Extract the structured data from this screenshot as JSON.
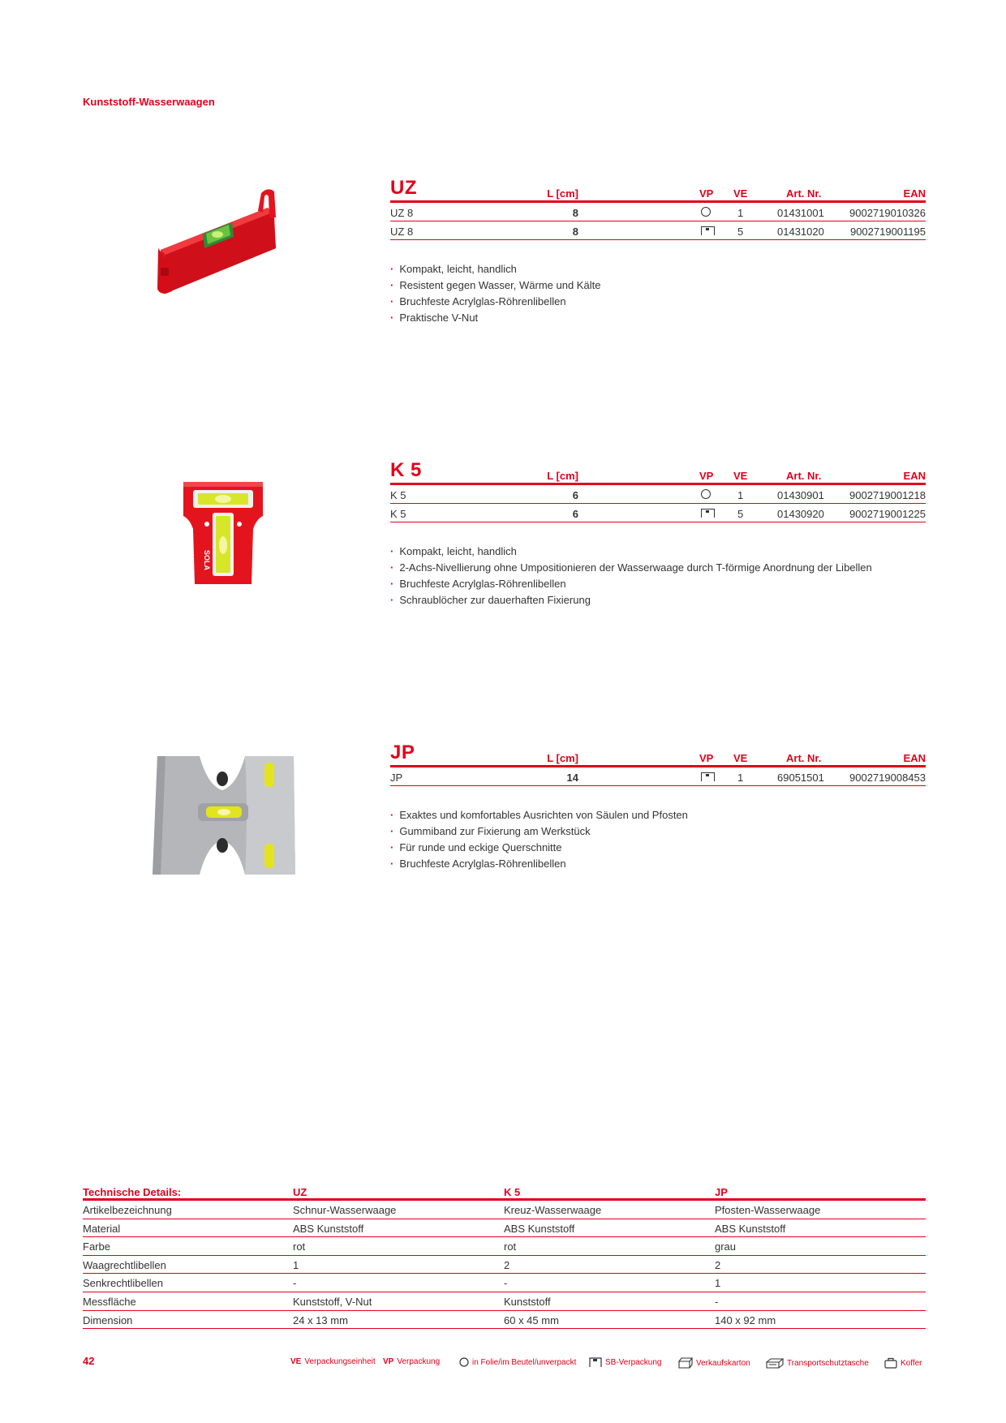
{
  "section_title": "Kunststoff-Wasserwaagen",
  "columns": {
    "l": "L [cm]",
    "vp": "VP",
    "ve": "VE",
    "art": "Art. Nr.",
    "ean": "EAN"
  },
  "products": [
    {
      "name": "UZ",
      "rows": [
        {
          "name": "UZ 8",
          "l": "8",
          "vp_icon": "circle-icon",
          "ve": "1",
          "art": "01431001",
          "ean": "9002719010326"
        },
        {
          "name": "UZ 8",
          "l": "8",
          "vp_icon": "sb-package-icon",
          "ve": "5",
          "art": "01431020",
          "ean": "9002719001195"
        }
      ],
      "features": [
        "Kompakt, leicht, handlich",
        "Resistent gegen Wasser, Wärme und Kälte",
        "Bruchfeste Acrylglas-Röhrenlibellen",
        "Praktische V-Nut"
      ]
    },
    {
      "name": "K 5",
      "rows": [
        {
          "name": "K 5",
          "l": "6",
          "vp_icon": "circle-icon",
          "ve": "1",
          "art": "01430901",
          "ean": "9002719001218"
        },
        {
          "name": "K 5",
          "l": "6",
          "vp_icon": "sb-package-icon",
          "ve": "5",
          "art": "01430920",
          "ean": "9002719001225"
        }
      ],
      "features": [
        "Kompakt, leicht, handlich",
        "2-Achs-Nivellierung ohne Umpositionieren der Wasserwaage durch T-förmige Anordnung der Libellen",
        "Bruchfeste Acrylglas-Röhrenlibellen",
        "Schraublöcher zur dauerhaften Fixierung"
      ]
    },
    {
      "name": "JP",
      "rows": [
        {
          "name": "JP",
          "l": "14",
          "vp_icon": "sb-package-icon",
          "ve": "1",
          "art": "69051501",
          "ean": "9002719008453"
        }
      ],
      "features": [
        "Exaktes und komfortables Ausrichten von Säulen und Pfosten",
        "Gummiband zur Fixierung am Werkstück",
        "Für runde und eckige Querschnitte",
        "Bruchfeste Acrylglas-Röhrenlibellen"
      ]
    }
  ],
  "tech": {
    "header": [
      "Technische Details:",
      "UZ",
      "K 5",
      "JP"
    ],
    "rows": [
      [
        "Artikelbezeichnung",
        "Schnur-Wasserwaage",
        "Kreuz-Wasserwaage",
        "Pfosten-Wasserwaage"
      ],
      [
        "Material",
        "ABS Kunststoff",
        "ABS Kunststoff",
        "ABS Kunststoff"
      ],
      [
        "Farbe",
        "rot",
        "rot",
        "grau"
      ],
      [
        "Waagrechtlibellen",
        "1",
        "2",
        "2"
      ],
      [
        "Senkrechtlibellen",
        "-",
        "-",
        "1"
      ],
      [
        "Messfläche",
        "Kunststoff, V-Nut",
        "Kunststoff",
        "-"
      ],
      [
        "Dimension",
        "24 x 13 mm",
        "60 x 45 mm",
        "140 x 92 mm"
      ]
    ]
  },
  "page_number": "42",
  "legend": {
    "ve_abbr": "VE",
    "ve_text": "Verpackungseinheit",
    "vp_abbr": "VP",
    "vp_text": "Verpackung",
    "folie": "in Folie/im Beutel/unverpackt",
    "sb": "SB-Verpackung",
    "karton": "Verkaufskarton",
    "tasche": "Transportschutztasche",
    "koffer": "Koffer"
  },
  "brand_mark": "SOLA",
  "colors": {
    "accent": "#e2001a",
    "text": "#333333",
    "product_red": "#e4141e",
    "product_grey": "#a9abae",
    "bubble": "#d4e21c"
  }
}
